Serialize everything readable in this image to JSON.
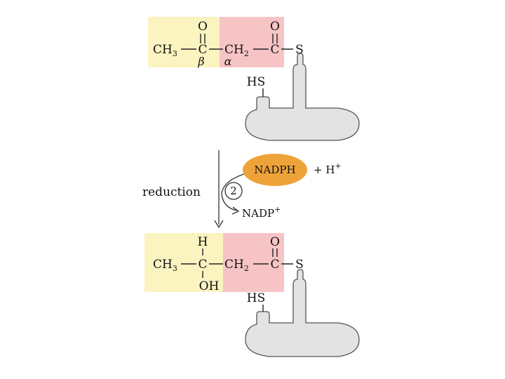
{
  "colors": {
    "beta_region": "#fbf3c0",
    "alpha_region": "#f7c4c6",
    "protein": "#e3e3e3",
    "protein_stroke": "#555555",
    "nadph_fill": "#eea33a",
    "arrow": "#333333"
  },
  "top_molecule": {
    "o_left": "O",
    "o_right": "O",
    "ch3": "CH",
    "ch3_sub": "3",
    "c1": "C",
    "ch2": "CH",
    "ch2_sub": "2",
    "c2": "C",
    "s": "S",
    "beta": "β",
    "alpha": "α",
    "hs": "HS"
  },
  "reaction": {
    "label": "reduction",
    "step": "2",
    "cofactor": "NADPH",
    "plus_h": "+ H",
    "plus_h_sup": "+",
    "product_cofactor": "NADP",
    "product_cofactor_sup": "+"
  },
  "bottom_molecule": {
    "h": "H",
    "oh": "OH",
    "o_right": "O",
    "ch3": "CH",
    "ch3_sub": "3",
    "c1": "C",
    "ch2": "CH",
    "ch2_sub": "2",
    "c2": "C",
    "s": "S",
    "hs": "HS"
  }
}
